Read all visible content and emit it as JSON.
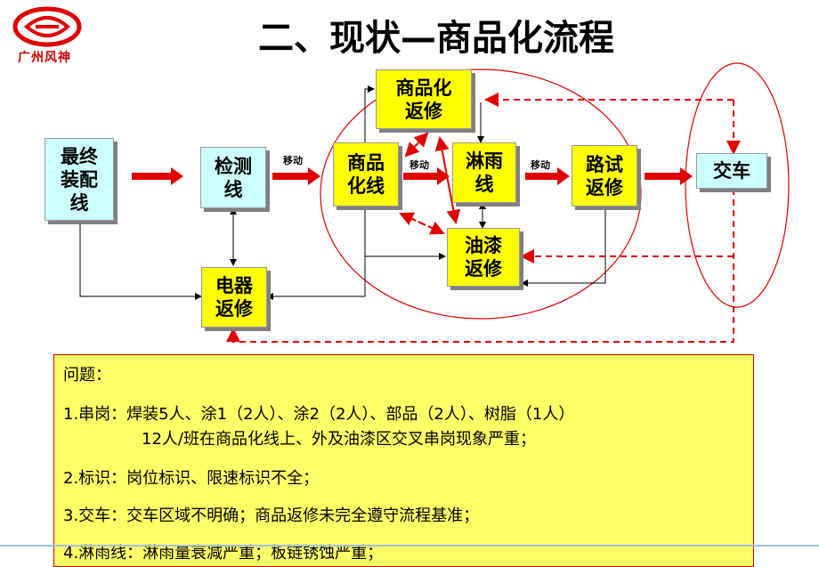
{
  "brand": {
    "logo_text": "广州风神",
    "colors": {
      "red": "#e00000",
      "yellow": "#ffff00",
      "cyan": "#ccffff"
    }
  },
  "title": "二、现状—商品化流程",
  "boxes": {
    "final_assembly": "最终装配线",
    "inspection": "检测线",
    "commercial_line": "商品化线",
    "commercial_repair": "商品化返修",
    "rain": "淋雨线",
    "road_test": "路试返修",
    "delivery": "交车",
    "electrical_repair": "电器返修",
    "paint_repair": "油漆返修"
  },
  "moves": [
    "移动",
    "移动",
    "移动"
  ],
  "problems": {
    "heading": "问题：",
    "items": [
      "1.串岗：焊装5人、涂1（2人）、涂2（2人）、部品（2人）、树脂（1人）",
      "12人/班在商品化线上、外及油漆区交叉串岗现象严重；",
      "2.标识：岗位标识、限速标识不全；",
      "3.交车：交车区域不明确；商品返修未完全遵守流程基准；",
      "4.淋雨线：淋雨量衰减严重；板链锈蚀严重；"
    ]
  }
}
